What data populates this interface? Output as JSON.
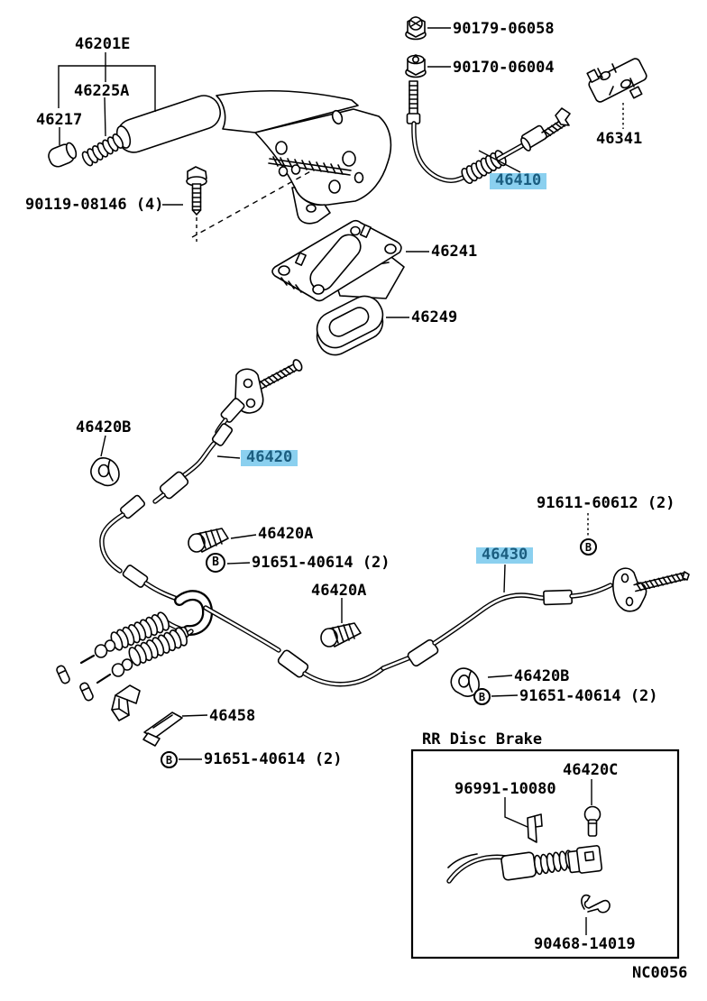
{
  "diagram": {
    "code": "NC0056",
    "inset_title": "RR Disc Brake",
    "highlight_color": "#8bd0ef",
    "highlight_text_color": "#1b5e80",
    "marker_letter": "B",
    "labels": {
      "p46201E": "46201E",
      "p46225A": "46225A",
      "p46217": "46217",
      "p90119": "90119-08146 (4)",
      "p90179": "90179-06058",
      "p90170": "90170-06004",
      "p46341": "46341",
      "p46410": "46410",
      "p46241": "46241",
      "p46249": "46249",
      "p46420B_left": "46420B",
      "p46420": "46420",
      "p46420A_mid": "46420A",
      "p91651_mid": "91651-40614 (2)",
      "p91611": "91611-60612 (2)",
      "p46430": "46430",
      "p46420A_low": "46420A",
      "p46420B_right": "46420B",
      "p91651_right": "91651-40614 (2)",
      "p46458": "46458",
      "p91651_low": "91651-40614 (2)",
      "p46420C": "46420C",
      "p96991": "96991-10080",
      "p90468": "90468-14019"
    }
  }
}
